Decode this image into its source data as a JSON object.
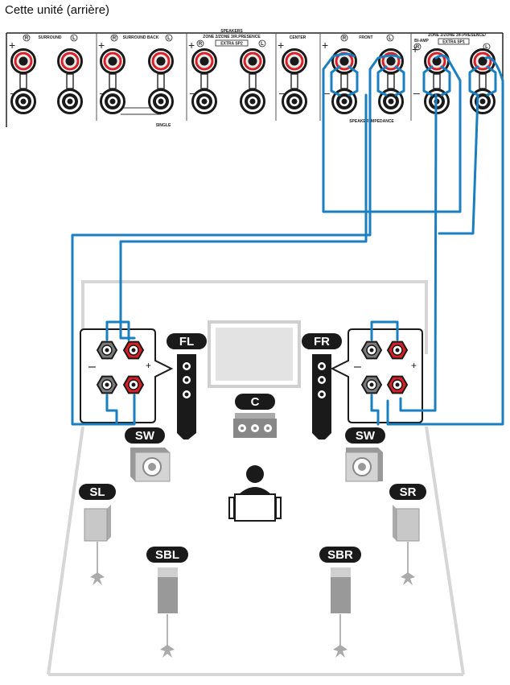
{
  "title": "Cette unité (arrière)",
  "panel": {
    "speakers_label": "SPEAKERS",
    "single_label": "SINGLE",
    "impedance_label": "SPEAKER IMPEDANCE",
    "sections": [
      {
        "name": "SURROUND",
        "sub": "",
        "extra": ""
      },
      {
        "name": "SURROUND BACK",
        "sub": "",
        "extra": ""
      },
      {
        "name": "ZONE 2/ZONE 3/R.PRESENCE",
        "sub": "",
        "extra": "EXTRA SP2"
      },
      {
        "name": "CENTER",
        "sub": "",
        "extra": ""
      },
      {
        "name": "FRONT",
        "sub": "",
        "extra": ""
      },
      {
        "name": "ZONE 2/ZONE 3/F.PRESENCE/",
        "sub": "BI-AMP",
        "extra": "EXTRA SP1"
      }
    ]
  },
  "speakers": {
    "fl": "FL",
    "fr": "FR",
    "c": "C",
    "sw_left": "SW",
    "sw_right": "SW",
    "sl": "SL",
    "sr": "SR",
    "sbl": "SBL",
    "sbr": "SBR"
  },
  "colors": {
    "wire": "#1a7fc0",
    "positive": "#d81f26",
    "negative": "#555555",
    "room": "#d6d6d6"
  }
}
